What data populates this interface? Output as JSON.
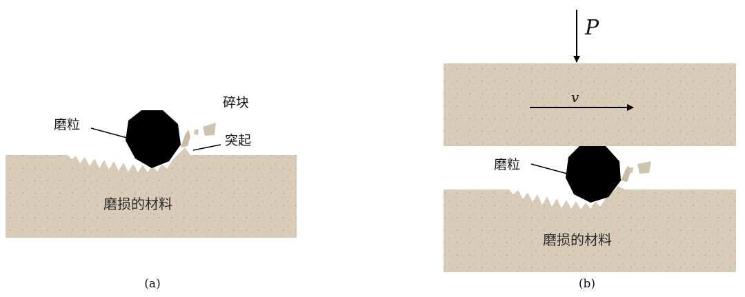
{
  "panel_a": {
    "caption": "(a)",
    "particle_label": "磨粒",
    "fragment_label": "碎块",
    "bulge_label": "突起",
    "material_label": "磨损的材料"
  },
  "panel_b": {
    "caption": "(b)",
    "load_label": "P",
    "velocity_label": "v",
    "particle_label": "磨粒",
    "material_label": "磨损的材料"
  },
  "colors": {
    "material": "#d8cbb8",
    "material_speckle": "#bcae98",
    "particle": "#000000",
    "arrow": "#000000"
  }
}
